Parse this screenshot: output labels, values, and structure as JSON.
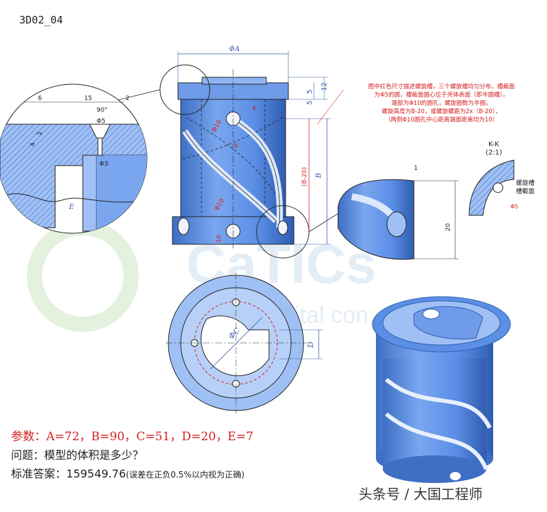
{
  "header": {
    "drawing_code": "3D02_04"
  },
  "note": {
    "lines": [
      "图中红色尺寸描述螺旋槽，三个螺旋槽均匀分布，槽截面",
      "为Φ5的圆，槽截面圆心位于壳体表面（即半圆槽）。",
      "端部为Φ10的圆孔，螺旋圈数为半圈。",
      "螺旋高度为B-20，或螺旋螺距为2x（B-20），",
      "（两侧Φ10圆孔中心距离端面距离均为10）"
    ]
  },
  "section_kk": {
    "title": "K-K",
    "scale": "(2:1)",
    "label_line1": "螺旋槽",
    "label_line2": "槽截面",
    "dia": "Φ5"
  },
  "dims": {
    "phiA": "ΦA",
    "d12": "12",
    "d5a": "5",
    "d5b": "5",
    "B": "B",
    "Bm20": "(B-20)",
    "phi10a": "Φ10",
    "phi10b": "Φ10",
    "d10": "10",
    "K1": "K",
    "K2": "K",
    "d6": "6",
    "d15": "15",
    "d2": "2",
    "ang90": "90°",
    "phi5": "Φ5",
    "d4": "4",
    "d2b": "2",
    "phi3": "Φ3",
    "E": "E",
    "d1": "1",
    "d20": "20",
    "phiC": "ΦC",
    "D": "D"
  },
  "watermark": {
    "brand": "CaTICs",
    "sub": "CAD digital con...ion"
  },
  "params": {
    "text": "参数：A=72，B=90，C=51，D=20，E=7"
  },
  "question": {
    "text": "问题：模型的体积是多少？"
  },
  "answer": {
    "label": "标准答案：",
    "value": "159549.76",
    "note": "(误差在正负0.5%以内视为正确)"
  },
  "footer": {
    "text": "头条号 / 大国工程师"
  },
  "colors": {
    "part_blue": "#5b8fe6",
    "part_light": "#9fc0f5",
    "part_dark": "#3e6fc4",
    "dim_blue": "#3355aa",
    "red": "#d42020"
  }
}
